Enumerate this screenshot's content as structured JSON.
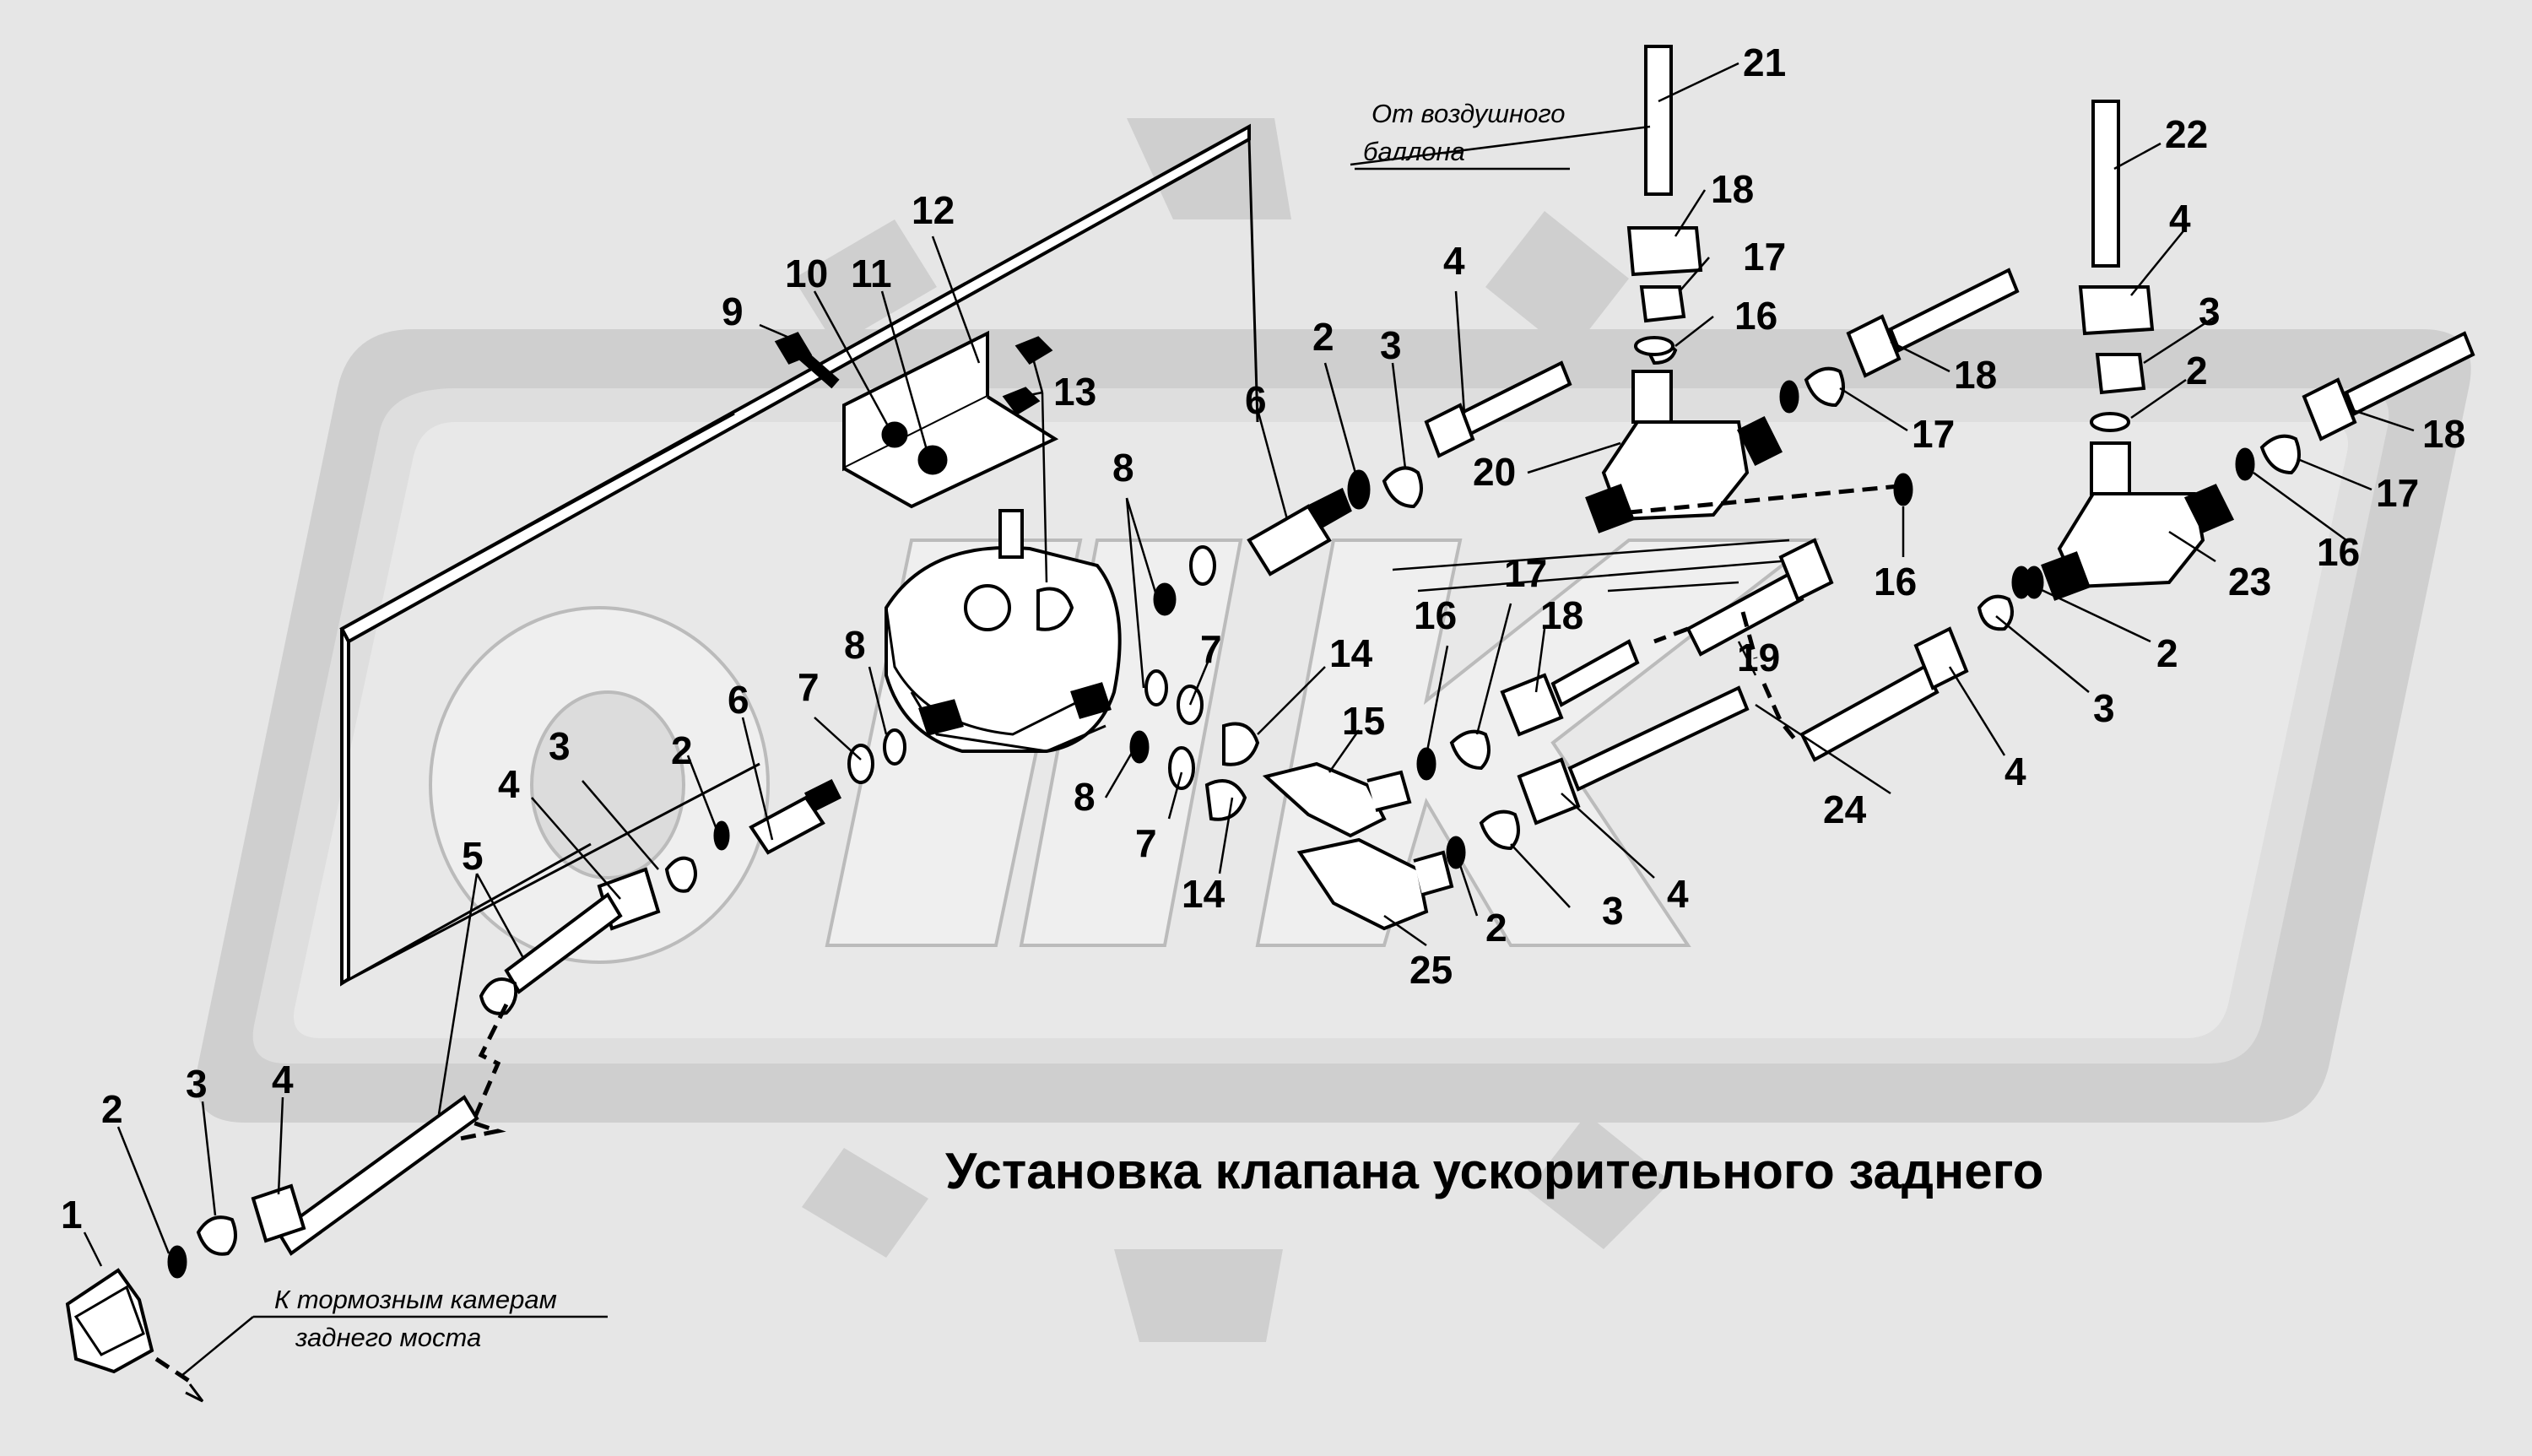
{
  "title": "Установка клапана ускорительного заднего",
  "notes": {
    "from_air_tank_line1": "От воздушного",
    "from_air_tank_line2": "баллона",
    "to_brake_line1": "К тормозным камерам",
    "to_brake_line2": "заднего моста"
  },
  "callouts": [
    {
      "id": "c1",
      "text": "1"
    },
    {
      "id": "c2a",
      "text": "2"
    },
    {
      "id": "c3a",
      "text": "3"
    },
    {
      "id": "c4a",
      "text": "4"
    },
    {
      "id": "c5",
      "text": "5"
    },
    {
      "id": "c4b",
      "text": "4"
    },
    {
      "id": "c3b",
      "text": "3"
    },
    {
      "id": "c2b",
      "text": "2"
    },
    {
      "id": "c6a",
      "text": "6"
    },
    {
      "id": "c7a",
      "text": "7"
    },
    {
      "id": "c8a",
      "text": "8"
    },
    {
      "id": "c9",
      "text": "9"
    },
    {
      "id": "c10",
      "text": "10"
    },
    {
      "id": "c11",
      "text": "11"
    },
    {
      "id": "c12",
      "text": "12"
    },
    {
      "id": "c13",
      "text": "13"
    },
    {
      "id": "c8b",
      "text": "8"
    },
    {
      "id": "c6b",
      "text": "6"
    },
    {
      "id": "c2c",
      "text": "2"
    },
    {
      "id": "c3c",
      "text": "3"
    },
    {
      "id": "c4c",
      "text": "4"
    },
    {
      "id": "c7b",
      "text": "7"
    },
    {
      "id": "c14a",
      "text": "14"
    },
    {
      "id": "c8c",
      "text": "8"
    },
    {
      "id": "c7c",
      "text": "7"
    },
    {
      "id": "c14b",
      "text": "14"
    },
    {
      "id": "c15",
      "text": "15"
    },
    {
      "id": "c16a",
      "text": "16"
    },
    {
      "id": "c17a",
      "text": "17"
    },
    {
      "id": "c18a",
      "text": "18"
    },
    {
      "id": "c19",
      "text": "19"
    },
    {
      "id": "c24",
      "text": "24"
    },
    {
      "id": "c4d",
      "text": "4"
    },
    {
      "id": "c3d",
      "text": "3"
    },
    {
      "id": "c2d",
      "text": "2"
    },
    {
      "id": "c25",
      "text": "25"
    },
    {
      "id": "c21",
      "text": "21"
    },
    {
      "id": "c18b",
      "text": "18"
    },
    {
      "id": "c17b",
      "text": "17"
    },
    {
      "id": "c16b",
      "text": "16"
    },
    {
      "id": "c18c",
      "text": "18"
    },
    {
      "id": "c17c",
      "text": "17"
    },
    {
      "id": "c20",
      "text": "20"
    },
    {
      "id": "c16c",
      "text": "16"
    },
    {
      "id": "c22",
      "text": "22"
    },
    {
      "id": "c4e",
      "text": "4"
    },
    {
      "id": "c3e",
      "text": "3"
    },
    {
      "id": "c2e",
      "text": "2"
    },
    {
      "id": "c18d",
      "text": "18"
    },
    {
      "id": "c17d",
      "text": "17"
    },
    {
      "id": "c16d",
      "text": "16"
    },
    {
      "id": "c23",
      "text": "23"
    },
    {
      "id": "c2f",
      "text": "2"
    },
    {
      "id": "c3f",
      "text": "3"
    },
    {
      "id": "c4f",
      "text": "4"
    }
  ]
}
